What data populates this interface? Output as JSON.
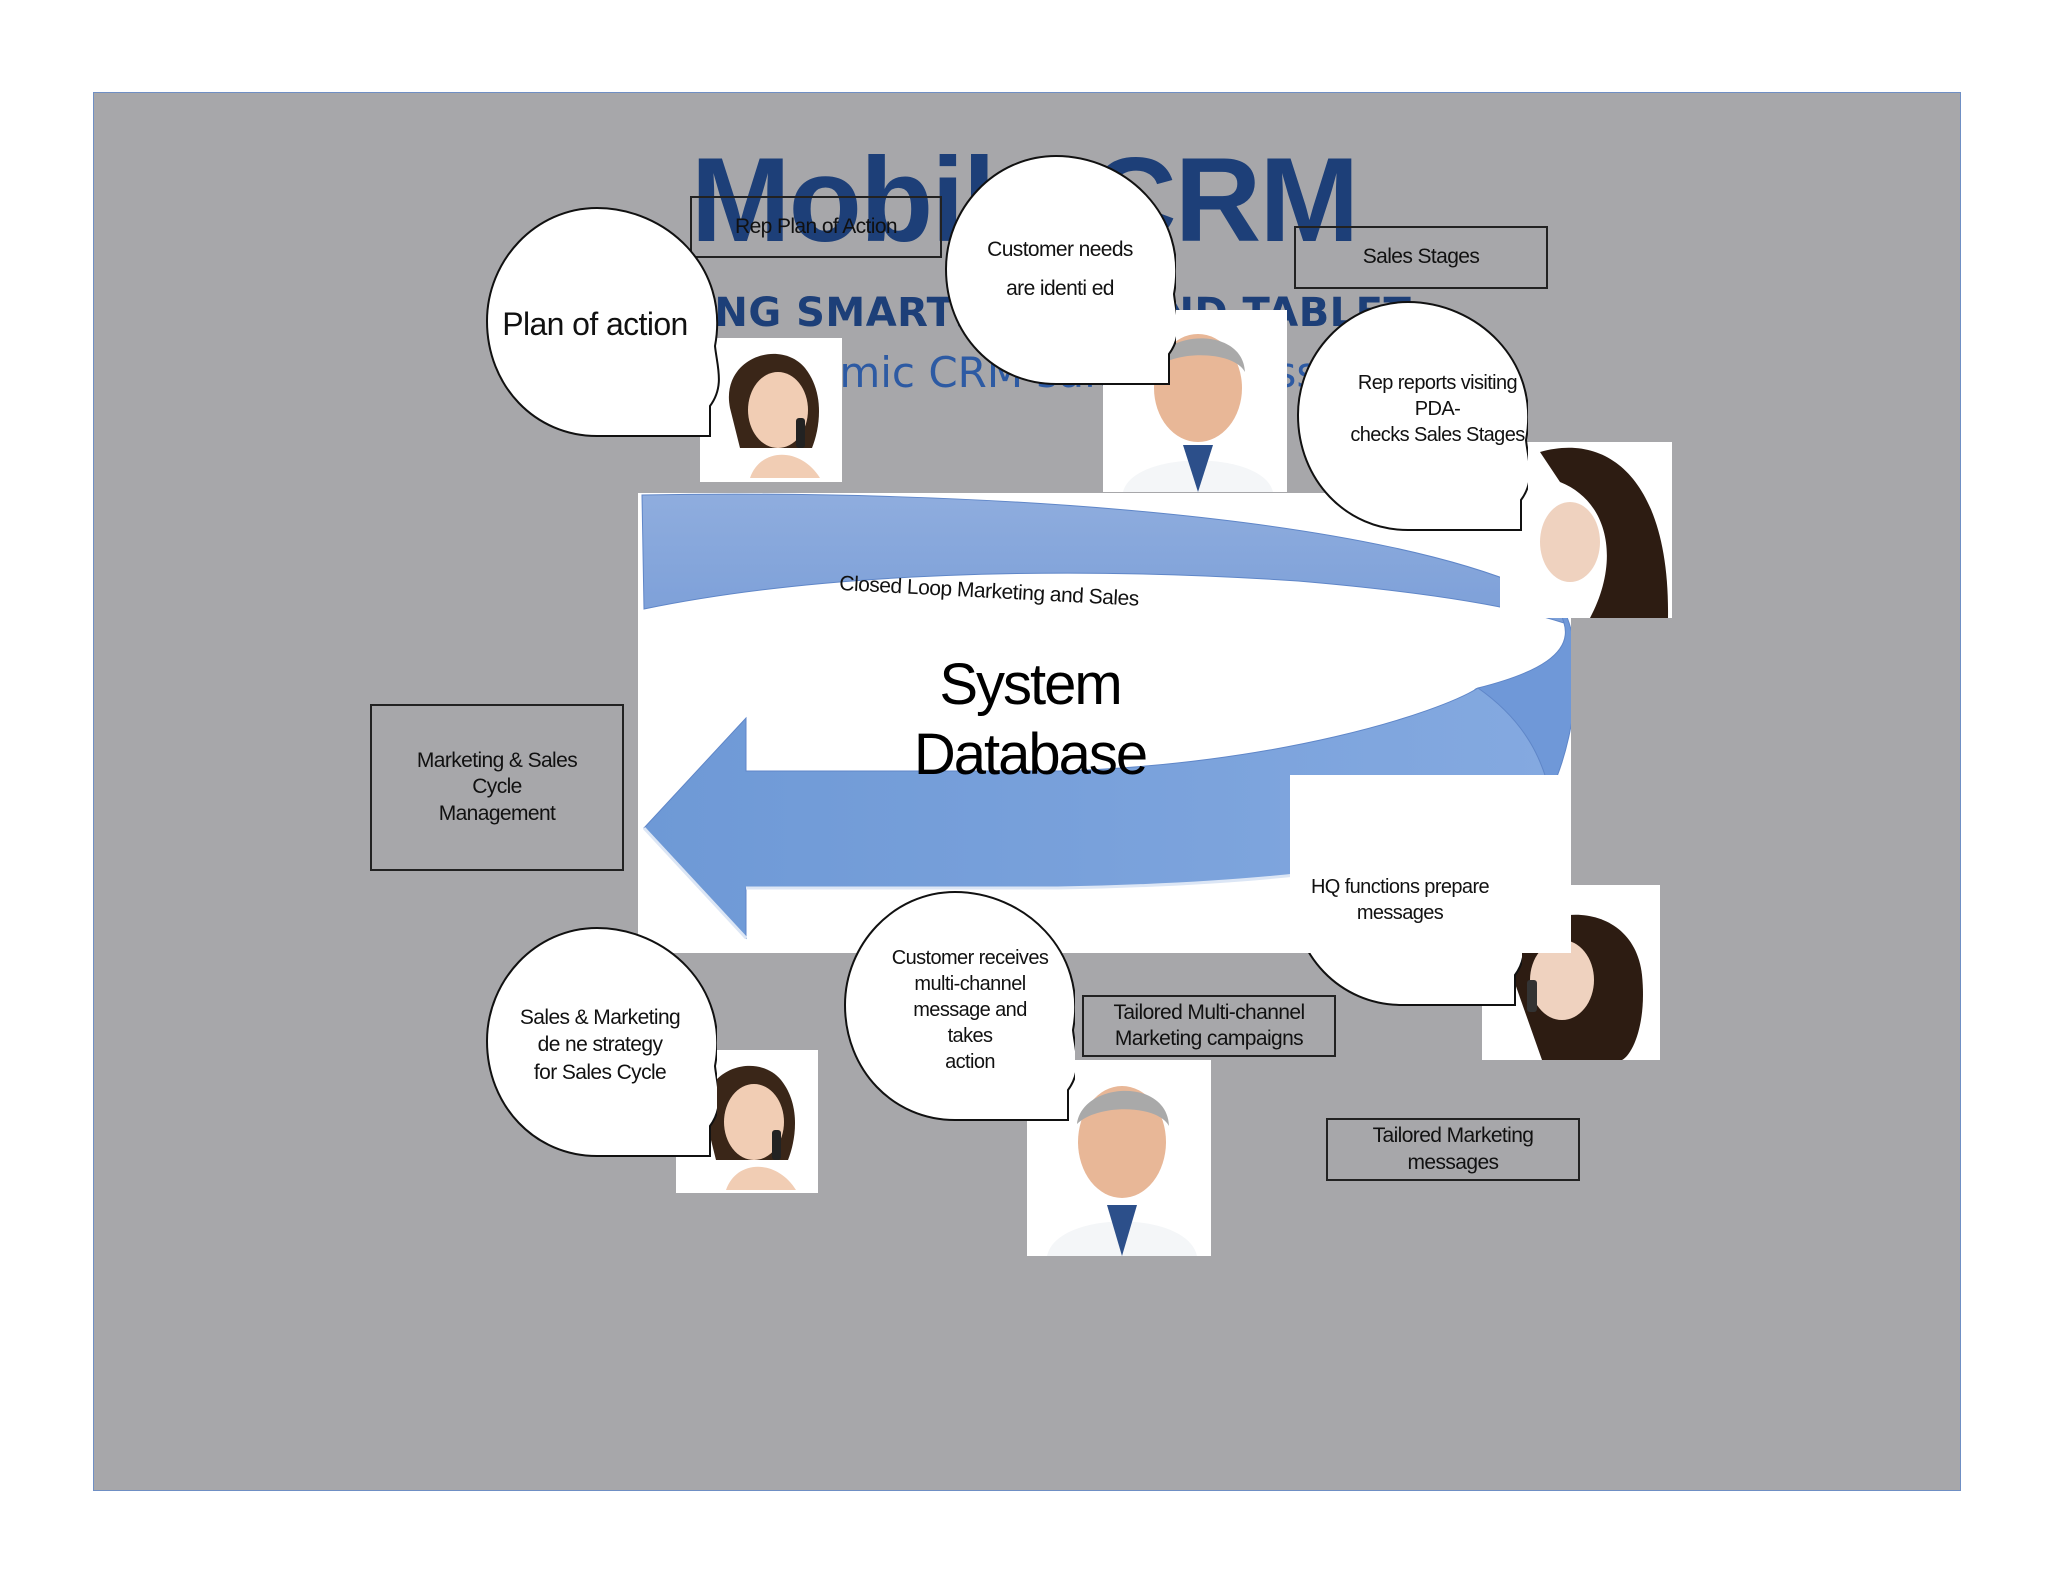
{
  "title": "Mobile CRM",
  "subtitle": "USING SMARTPHONE AND TABLET",
  "tagline": "Dynamic CRM sales process",
  "center_label": "System\nDatabase",
  "loop_label": "Closed Loop Marketing and Sales",
  "boxes": {
    "rep_plan": "Rep Plan of Action",
    "sales_stages": "Sales Stages",
    "cycle_management": "Marketing & Sales\nCycle\nManagement",
    "tailored_campaigns": "Tailored Multi-channel\nMarketing campaigns",
    "tailored_messages": "Tailored Marketing\nmessages"
  },
  "bubbles": {
    "plan_of_action": "Plan of action",
    "customer_needs": "Customer needs\nare identi  ed",
    "rep_reports": "Rep reports visiting\nPDA-\nchecks Sales Stages",
    "hq_functions": "HQ functions prepare\nmessages",
    "customer_receives": "Customer receives\nmulti-channel\nmessage and\ntakes\naction",
    "define_strategy": "Sales & Marketing\nde  ne strategy\nfor Sales Cycle"
  },
  "colors": {
    "background": "#a7a7aa",
    "title": "#1d3f78",
    "arrow_light": "#8fb0e0",
    "arrow_dark": "#5b87cc"
  }
}
